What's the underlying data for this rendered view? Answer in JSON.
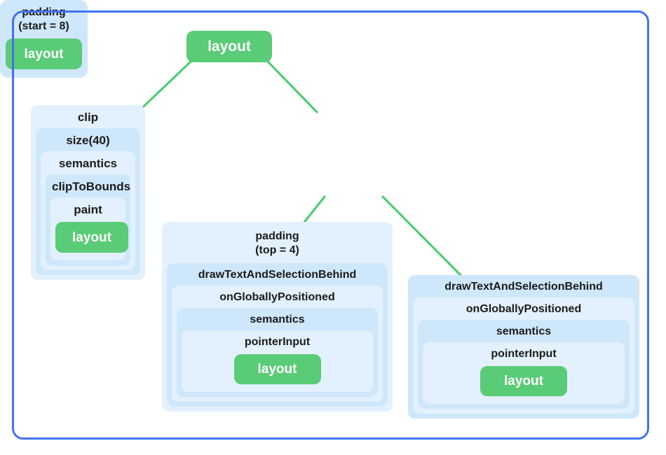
{
  "diagram": {
    "title": "Compose modifier chain tree",
    "frame_color": "#4272ee",
    "edge_color": "#4ecd74",
    "leaf_color": "#5acb76",
    "node_shade_a": "#cfe7fa",
    "node_shade_b": "#e2f1fd"
  },
  "root": {
    "label": "layout"
  },
  "clip_stack": {
    "levels": [
      {
        "label": "clip"
      },
      {
        "label": "size(40)"
      },
      {
        "label": "semantics"
      },
      {
        "label": "clipToBounds"
      },
      {
        "label": "paint"
      }
    ],
    "leaf": "layout"
  },
  "padding_start": {
    "label": "padding\n(start = 8)",
    "leaf": "layout"
  },
  "padding_top_stack": {
    "levels": [
      {
        "label": "padding\n(top = 4)"
      },
      {
        "label": "drawTextAndSelectionBehind"
      },
      {
        "label": "onGloballyPositioned"
      },
      {
        "label": "semantics"
      },
      {
        "label": "pointerInput"
      }
    ],
    "leaf": "layout"
  },
  "right_stack": {
    "levels": [
      {
        "label": "drawTextAndSelectionBehind"
      },
      {
        "label": "onGloballyPositioned"
      },
      {
        "label": "semantics"
      },
      {
        "label": "pointerInput"
      }
    ],
    "leaf": "layout"
  },
  "edges": [
    {
      "from": "root",
      "to": "clip-stack"
    },
    {
      "from": "root",
      "to": "padding-start"
    },
    {
      "from": "padding-start",
      "to": "padding-top-stack"
    },
    {
      "from": "padding-start",
      "to": "right-stack"
    }
  ]
}
